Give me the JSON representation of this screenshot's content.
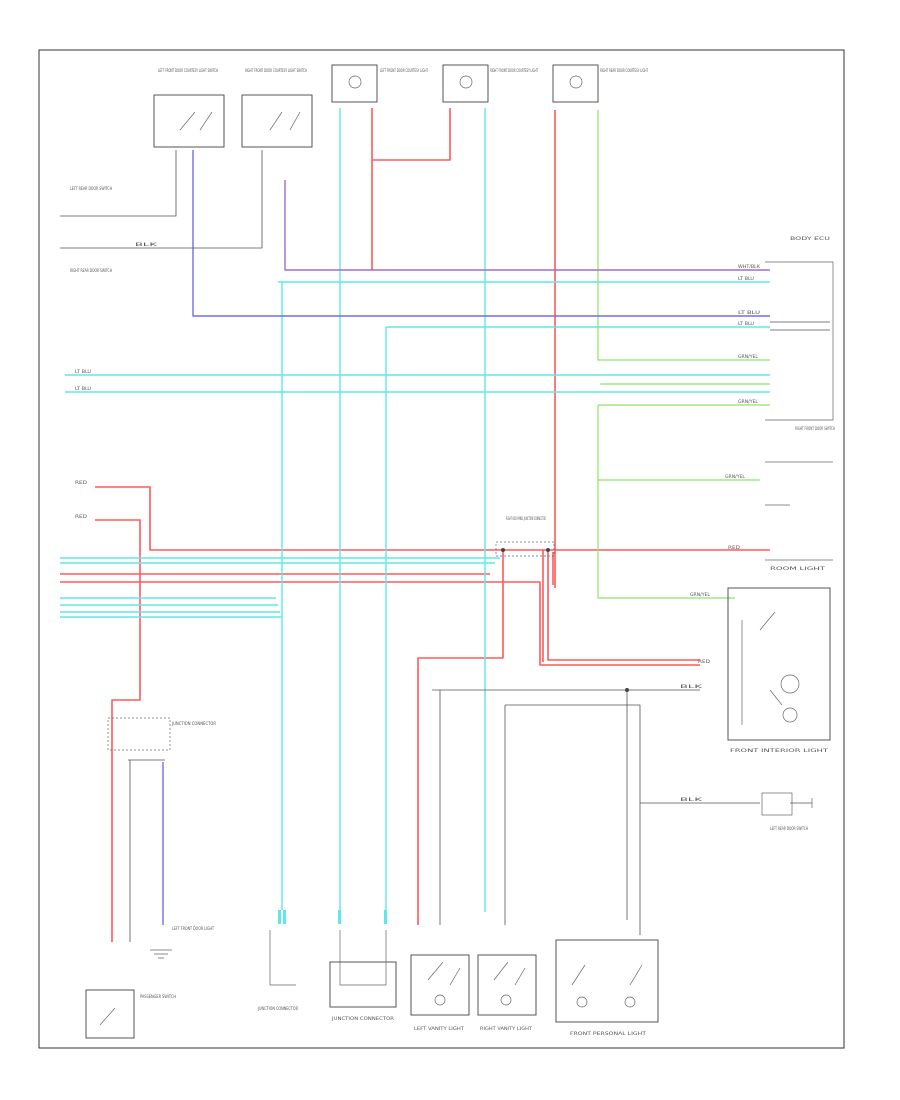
{
  "colors": {
    "red": "#ff5a5a",
    "cyan": "#5fe8e8",
    "green": "#8fe36a",
    "purple": "#a46bc8",
    "blue": "#6f6fe8",
    "black": "#555555"
  },
  "components": {
    "top": [
      {
        "name": "LEFT FRONT DOOR COURTESY LIGHT SWITCH"
      },
      {
        "name": "RIGHT FRONT DOOR COURTESY LIGHT SWITCH"
      },
      {
        "name": "LEFT FRONT DOOR COURTESY LIGHT"
      },
      {
        "name": "RIGHT FRONT DOOR COURTESY LIGHT"
      },
      {
        "name": "RIGHT REAR DOOR COURTESY LIGHT"
      }
    ],
    "left": [
      {
        "name": "LEFT REAR DOOR SWITCH"
      },
      {
        "name": "RIGHT REAR DOOR SWITCH"
      },
      {
        "name": "PASSENGER SWITCH"
      },
      {
        "name": "JUNCTION CONNECTOR"
      },
      {
        "name": "LEFT FRONT DOOR LIGHT"
      }
    ],
    "right": [
      {
        "name": "BODY ECU"
      },
      {
        "name": "RIGHT FRONT DOOR SWITCH"
      },
      {
        "name": "ROOM LIGHT"
      },
      {
        "name": "FRONT INTERIOR LIGHT"
      },
      {
        "name": "LEFT REAR DOOR SWITCH"
      }
    ],
    "bottom": [
      {
        "name": "JUNCTION CONNECTOR"
      },
      {
        "name": "JUNCTION CONNECTOR"
      },
      {
        "name": "LEFT VANITY LIGHT"
      },
      {
        "name": "RIGHT VANITY LIGHT"
      },
      {
        "name": "FRONT PERSONAL LIGHT"
      }
    ],
    "center": [
      {
        "name": "RIGHT KICK PANEL JUNCTION CONNECTOR"
      }
    ]
  },
  "wire_labels": {
    "red": "RED",
    "blue": "LT BLU",
    "cyan": "LT BLU",
    "green": "GRN/YEL",
    "purple": "WHT/BLK",
    "black": "BLK"
  },
  "footer": ""
}
